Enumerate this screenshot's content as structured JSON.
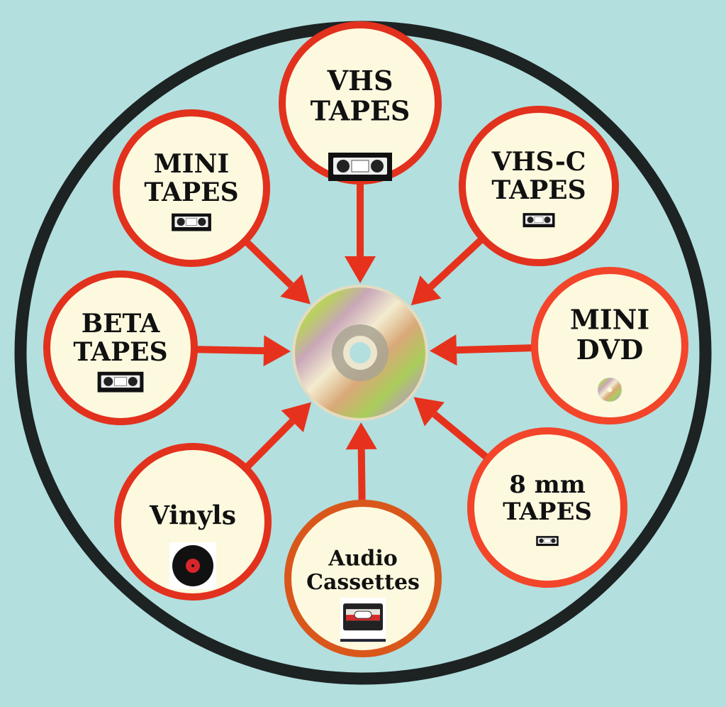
{
  "colors": {
    "background": "#b3dfdf",
    "outer_ring": "#1d2222",
    "node_fill": "#fcf9df",
    "node_border": "#e2311d",
    "node_border_orange": "#d9571b",
    "node_border_bright": "#f2452a",
    "arrow": "#e6321c"
  },
  "center": {
    "icon": "compact-disc-icon"
  },
  "nodes": [
    {
      "id": "vhs",
      "lines": [
        "VHS",
        "TAPES"
      ],
      "icon": "vhs-cassette-icon"
    },
    {
      "id": "mini-tapes",
      "lines": [
        "MINI",
        "TAPES"
      ],
      "icon": "vhs-cassette-icon"
    },
    {
      "id": "vhs-c",
      "lines": [
        "VHS-C",
        "TAPES"
      ],
      "icon": "vhs-cassette-icon"
    },
    {
      "id": "beta",
      "lines": [
        "BETA",
        "TAPES"
      ],
      "icon": "vhs-cassette-icon"
    },
    {
      "id": "mini-dvd",
      "lines": [
        "MINI",
        "DVD"
      ],
      "icon": "disc-icon"
    },
    {
      "id": "vinyls",
      "lines": [
        "Vinyls"
      ],
      "icon": "vinyl-record-icon"
    },
    {
      "id": "audio-cassettes",
      "lines": [
        "Audio",
        "Cassettes"
      ],
      "icon": "audio-cassette-icon"
    },
    {
      "id": "8mm",
      "lines": [
        "8 mm",
        "TAPES"
      ],
      "icon": "vhs-cassette-icon"
    }
  ]
}
